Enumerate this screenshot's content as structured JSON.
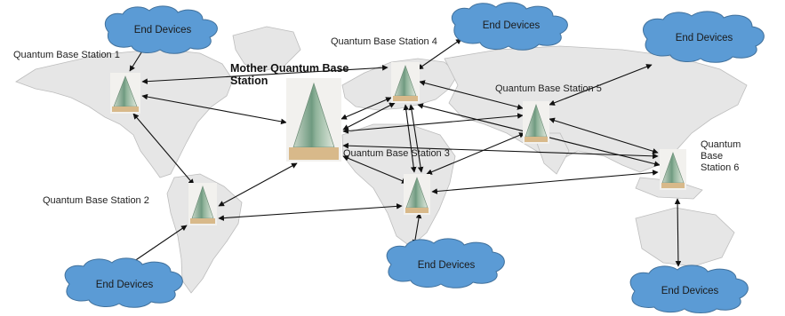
{
  "colors": {
    "cloud_fill": "#5b9bd5",
    "cloud_stroke": "#41719c",
    "arrow": "#111111",
    "land": "#e4e4e4",
    "pyramid_base": "#d8b98a",
    "pyramid_glass": "#7fa38a"
  },
  "stations": {
    "mother": "Mother Quantum Base Station",
    "s1": "Quantum Base Station 1",
    "s2": "Quantum Base Station 2",
    "s3": "Quantum Base Station 3",
    "s4": "Quantum Base Station 4",
    "s5": "Quantum Base Station 5",
    "s6": "Quantum Base Station 6"
  },
  "clouds": {
    "c1": "End Devices",
    "c2": "End Devices",
    "c3": "End Devices",
    "c4": "End Devices",
    "c5": "End Devices",
    "c6": "End Devices"
  }
}
